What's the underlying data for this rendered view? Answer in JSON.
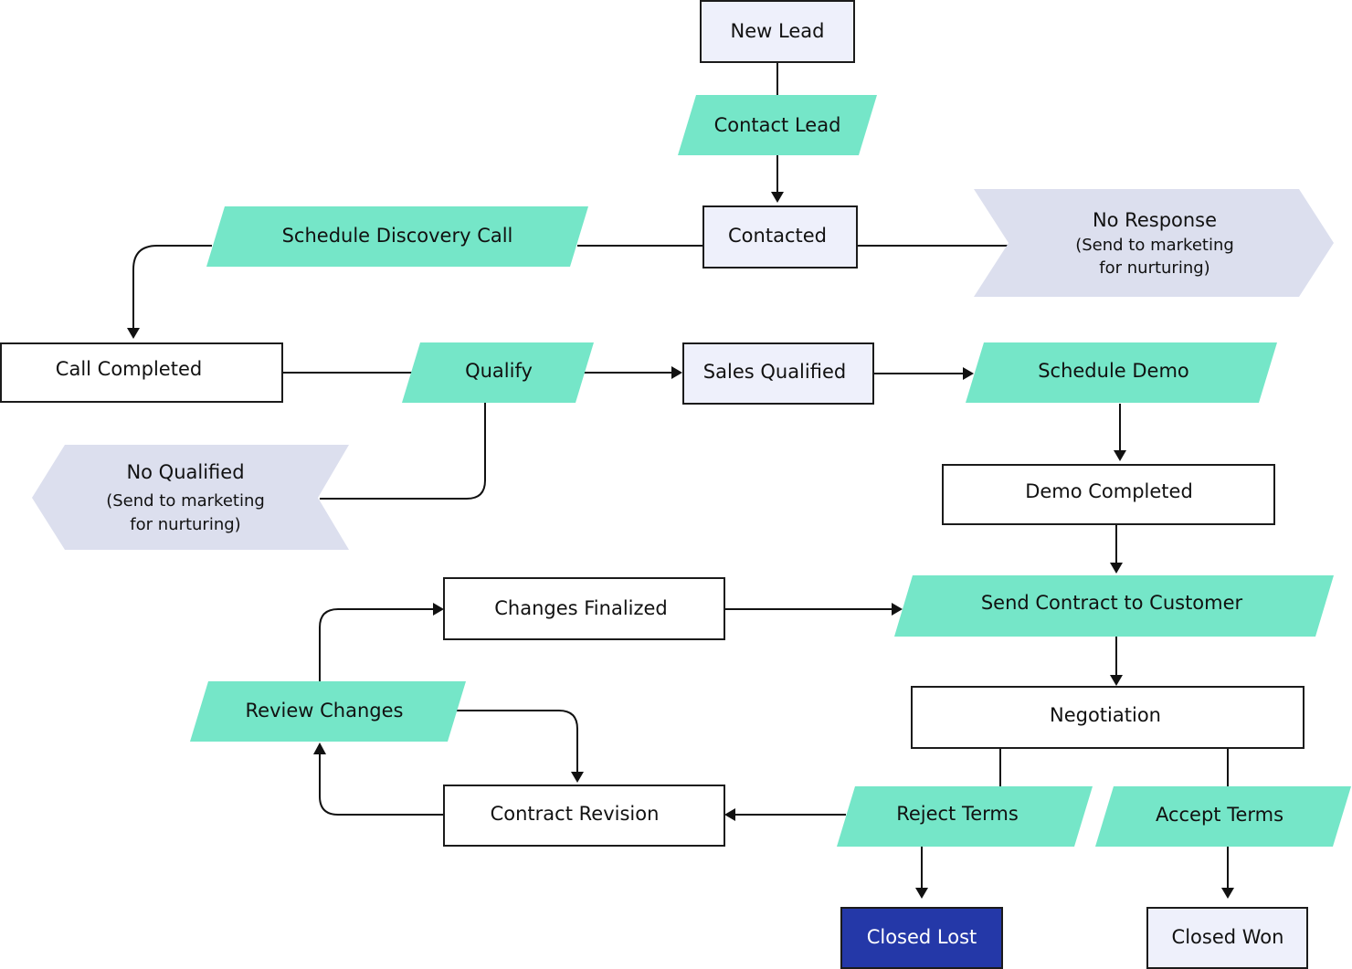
{
  "colors": {
    "action": "#75e6c8",
    "state": "#eef0fb",
    "terminal_lost": "#2438a8",
    "nurture": "#dcdfee",
    "line": "#111111"
  },
  "nodes": {
    "new_lead": "New Lead",
    "contact_lead": "Contact Lead",
    "contacted": "Contacted",
    "schedule_discovery_call": "Schedule Discovery Call",
    "no_response": {
      "title": "No Response",
      "line1": "(Send to marketing",
      "line2": "for nurturing)"
    },
    "call_completed": "Call Completed",
    "qualify": "Qualify",
    "sales_qualified": "Sales Qualified",
    "schedule_demo": "Schedule Demo",
    "no_qualified": {
      "title": "No Qualified",
      "line1": "(Send to marketing",
      "line2": "for nurturing)"
    },
    "demo_completed": "Demo Completed",
    "changes_finalized": "Changes Finalized",
    "send_contract": "Send Contract to Customer",
    "review_changes": "Review Changes",
    "negotiation": "Negotiation",
    "contract_revision": "Contract Revision",
    "reject_terms": "Reject  Terms",
    "accept_terms": "Accept Terms",
    "closed_lost": "Closed Lost",
    "closed_won": "Closed Won"
  }
}
